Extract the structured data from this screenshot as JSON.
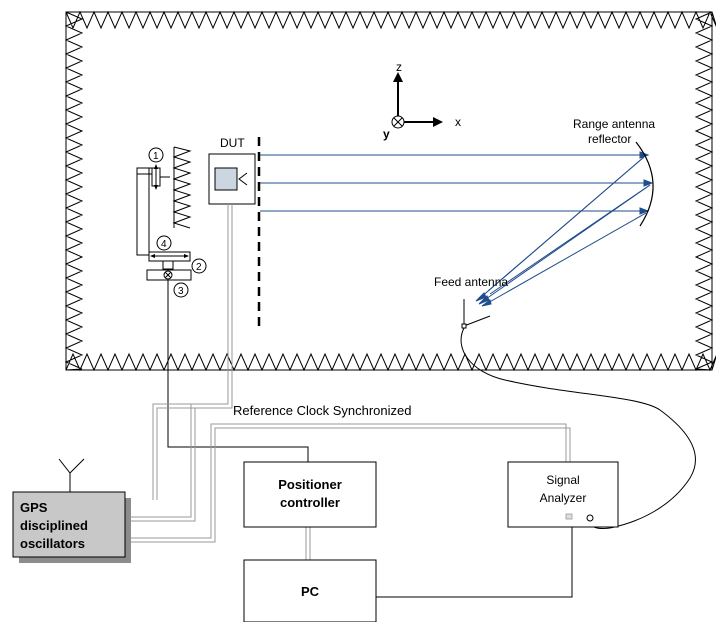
{
  "labels": {
    "dut": "DUT",
    "axis_z": "z",
    "axis_y": "y",
    "axis_x": "x",
    "range_reflector_line1": "Range antenna",
    "range_reflector_line2": "reflector",
    "feed_antenna": "Feed antenna",
    "reference_clock": "Reference Clock Synchronized",
    "positioner_controller_line1": "Positioner",
    "positioner_controller_line2": "controller",
    "signal_analyzer_line1": "Signal",
    "signal_analyzer_line2": "Analyzer",
    "gps_line1": "GPS",
    "gps_line2": "disciplined",
    "gps_line3": "oscillators",
    "pc": "PC",
    "marker_1": "1",
    "marker_2": "2",
    "marker_3": "3",
    "marker_4": "4"
  },
  "colors": {
    "ray": "#1f4e8c",
    "gps_fill": "#c8c8c8",
    "gps_shadow": "#8c8c8c",
    "cable_double": "#9a9a9a",
    "line": "#000000"
  },
  "icons": {
    "antenna": "antenna-icon",
    "crossed_circle": "into-page-icon"
  }
}
